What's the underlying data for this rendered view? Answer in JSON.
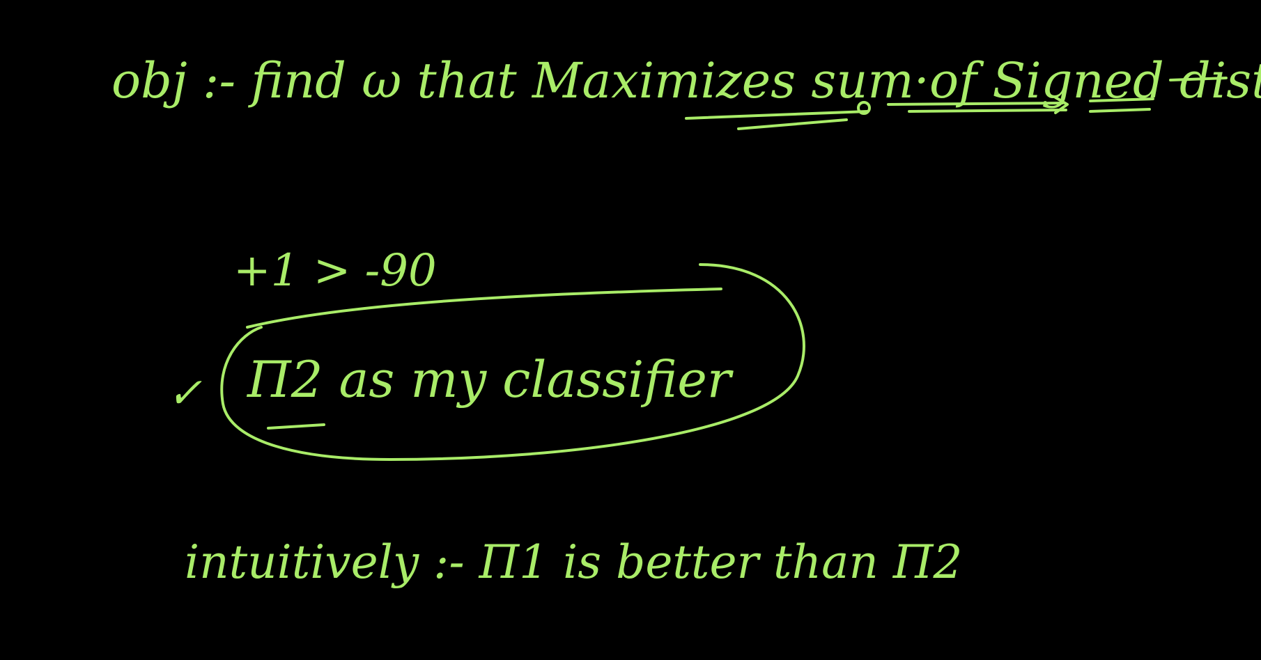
{
  "board": {
    "background_color": "#000000",
    "ink_color": "#a9ec68",
    "lines": {
      "objective": "obj :- find ω that Maximizes sum·of Signed dist",
      "margin_note": "+1 > -90",
      "classifier_prefix": "✓",
      "classifier": "Π2 as my classifier",
      "intuition": "intuitively :- Π1 is better than Π2"
    }
  }
}
